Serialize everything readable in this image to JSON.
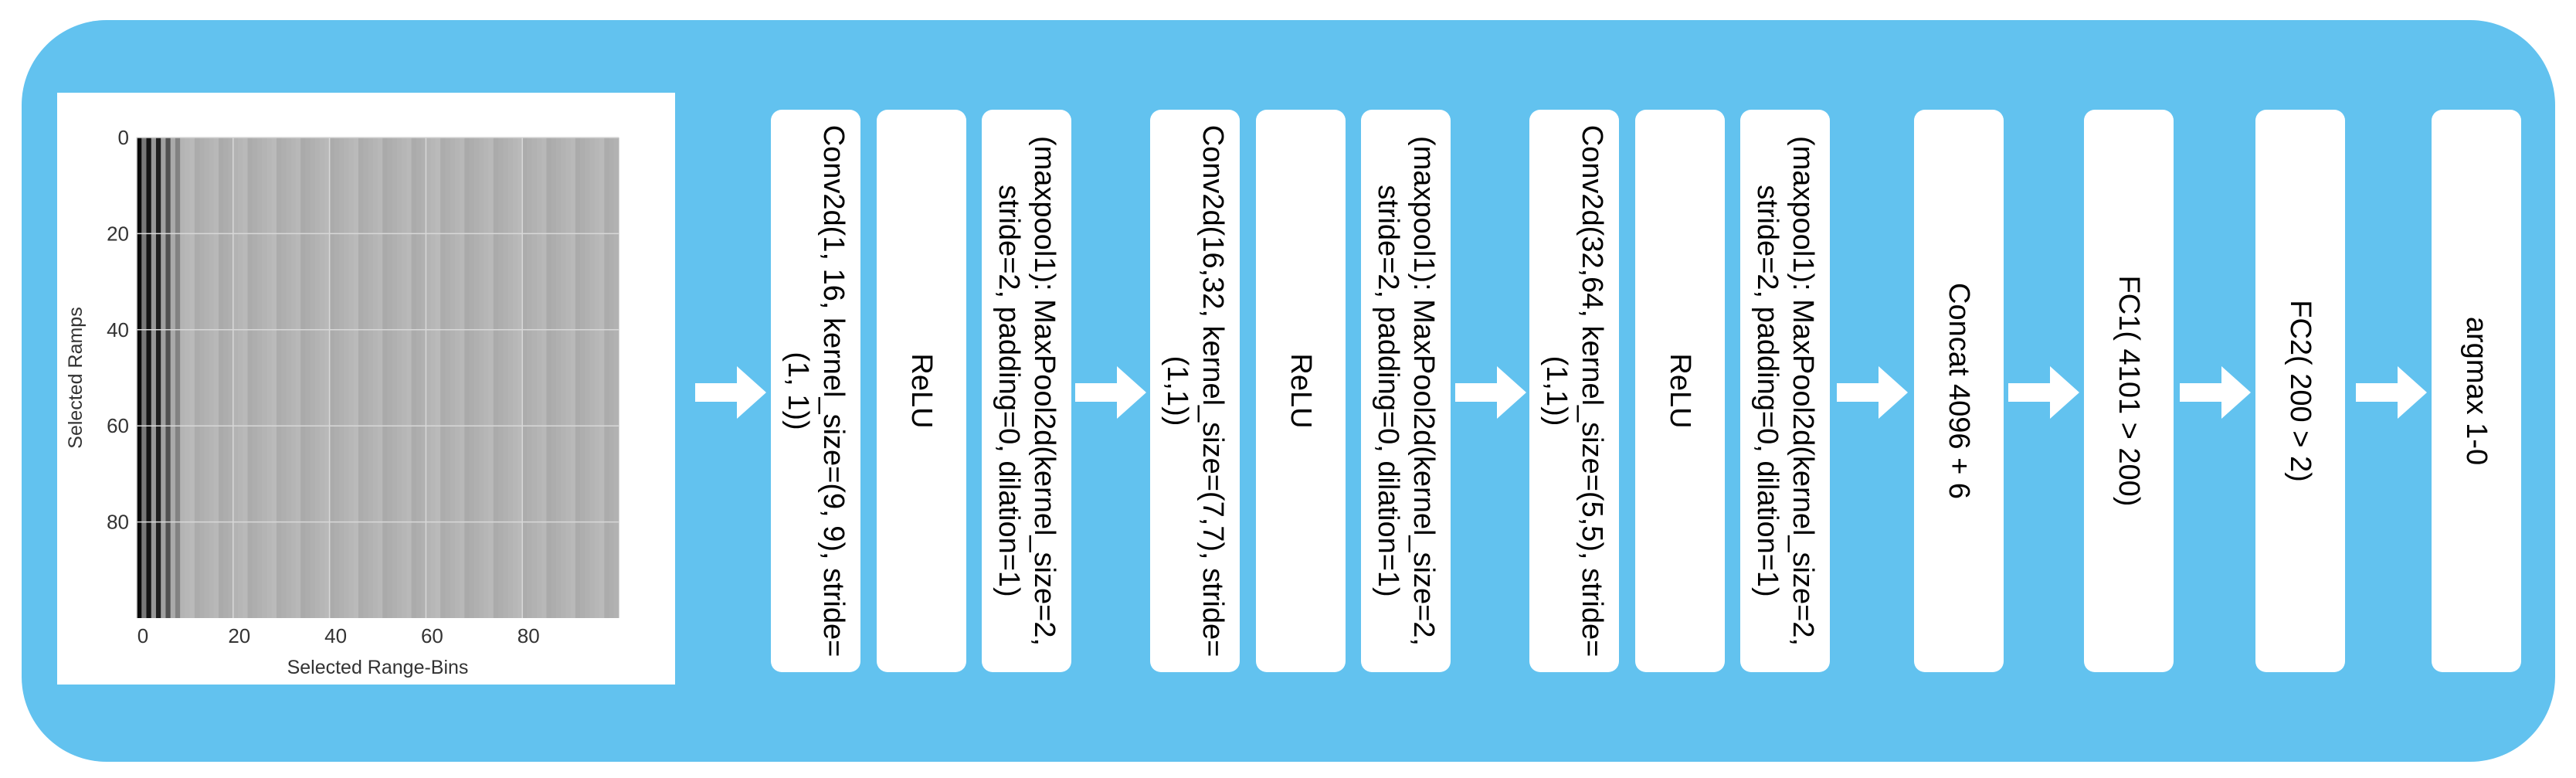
{
  "blocks": [
    {
      "id": "conv1",
      "label": "Conv2d(1, 16, kernel_size=(9, 9), stride=(1, 1))"
    },
    {
      "id": "relu1",
      "label": "ReLU"
    },
    {
      "id": "pool1",
      "label": "(maxpool1): MaxPool2d(kernel_size=2, stride=2, padding=0, dilation=1)"
    },
    {
      "id": "conv2",
      "label": "Conv2d(16,32, kernel_size=(7,7), stride=(1,1))"
    },
    {
      "id": "relu2",
      "label": "ReLU"
    },
    {
      "id": "pool2",
      "label": "(maxpool1): MaxPool2d(kernel_size=2, stride=2, padding=0, dilation=1)"
    },
    {
      "id": "conv3",
      "label": "Conv2d(32,64, kernel_size=(5,5), stride=(1,1))"
    },
    {
      "id": "relu3",
      "label": "ReLU"
    },
    {
      "id": "pool3",
      "label": "(maxpool1): MaxPool2d(kernel_size=2, stride=2, padding=0, dilation=1)"
    },
    {
      "id": "concat",
      "label": "Concat 4096 + 6"
    },
    {
      "id": "fc1",
      "label": "FC1( 4101 > 200)"
    },
    {
      "id": "fc2",
      "label": "FC2( 200 > 2)"
    },
    {
      "id": "argmax",
      "label": "argmax 1-0"
    }
  ],
  "chart_data": {
    "type": "heatmap",
    "xlabel": "Selected Range-Bins",
    "ylabel": "Selected Ramps",
    "x_ticks": [
      0,
      20,
      40,
      60,
      80
    ],
    "y_ticks": [
      0,
      20,
      40,
      60,
      80
    ],
    "xlim": [
      0,
      100
    ],
    "ylim": [
      100,
      0
    ],
    "grid": true,
    "colormap": "gray",
    "dark_columns": [
      0,
      1,
      2,
      3,
      4,
      5,
      6,
      7,
      8
    ],
    "background_color": "#b4b4b4",
    "column_pattern_note": ""
  },
  "colors": {
    "panel": "#62c2ef",
    "block": "#ffffff",
    "arrow": "#ffffff"
  }
}
